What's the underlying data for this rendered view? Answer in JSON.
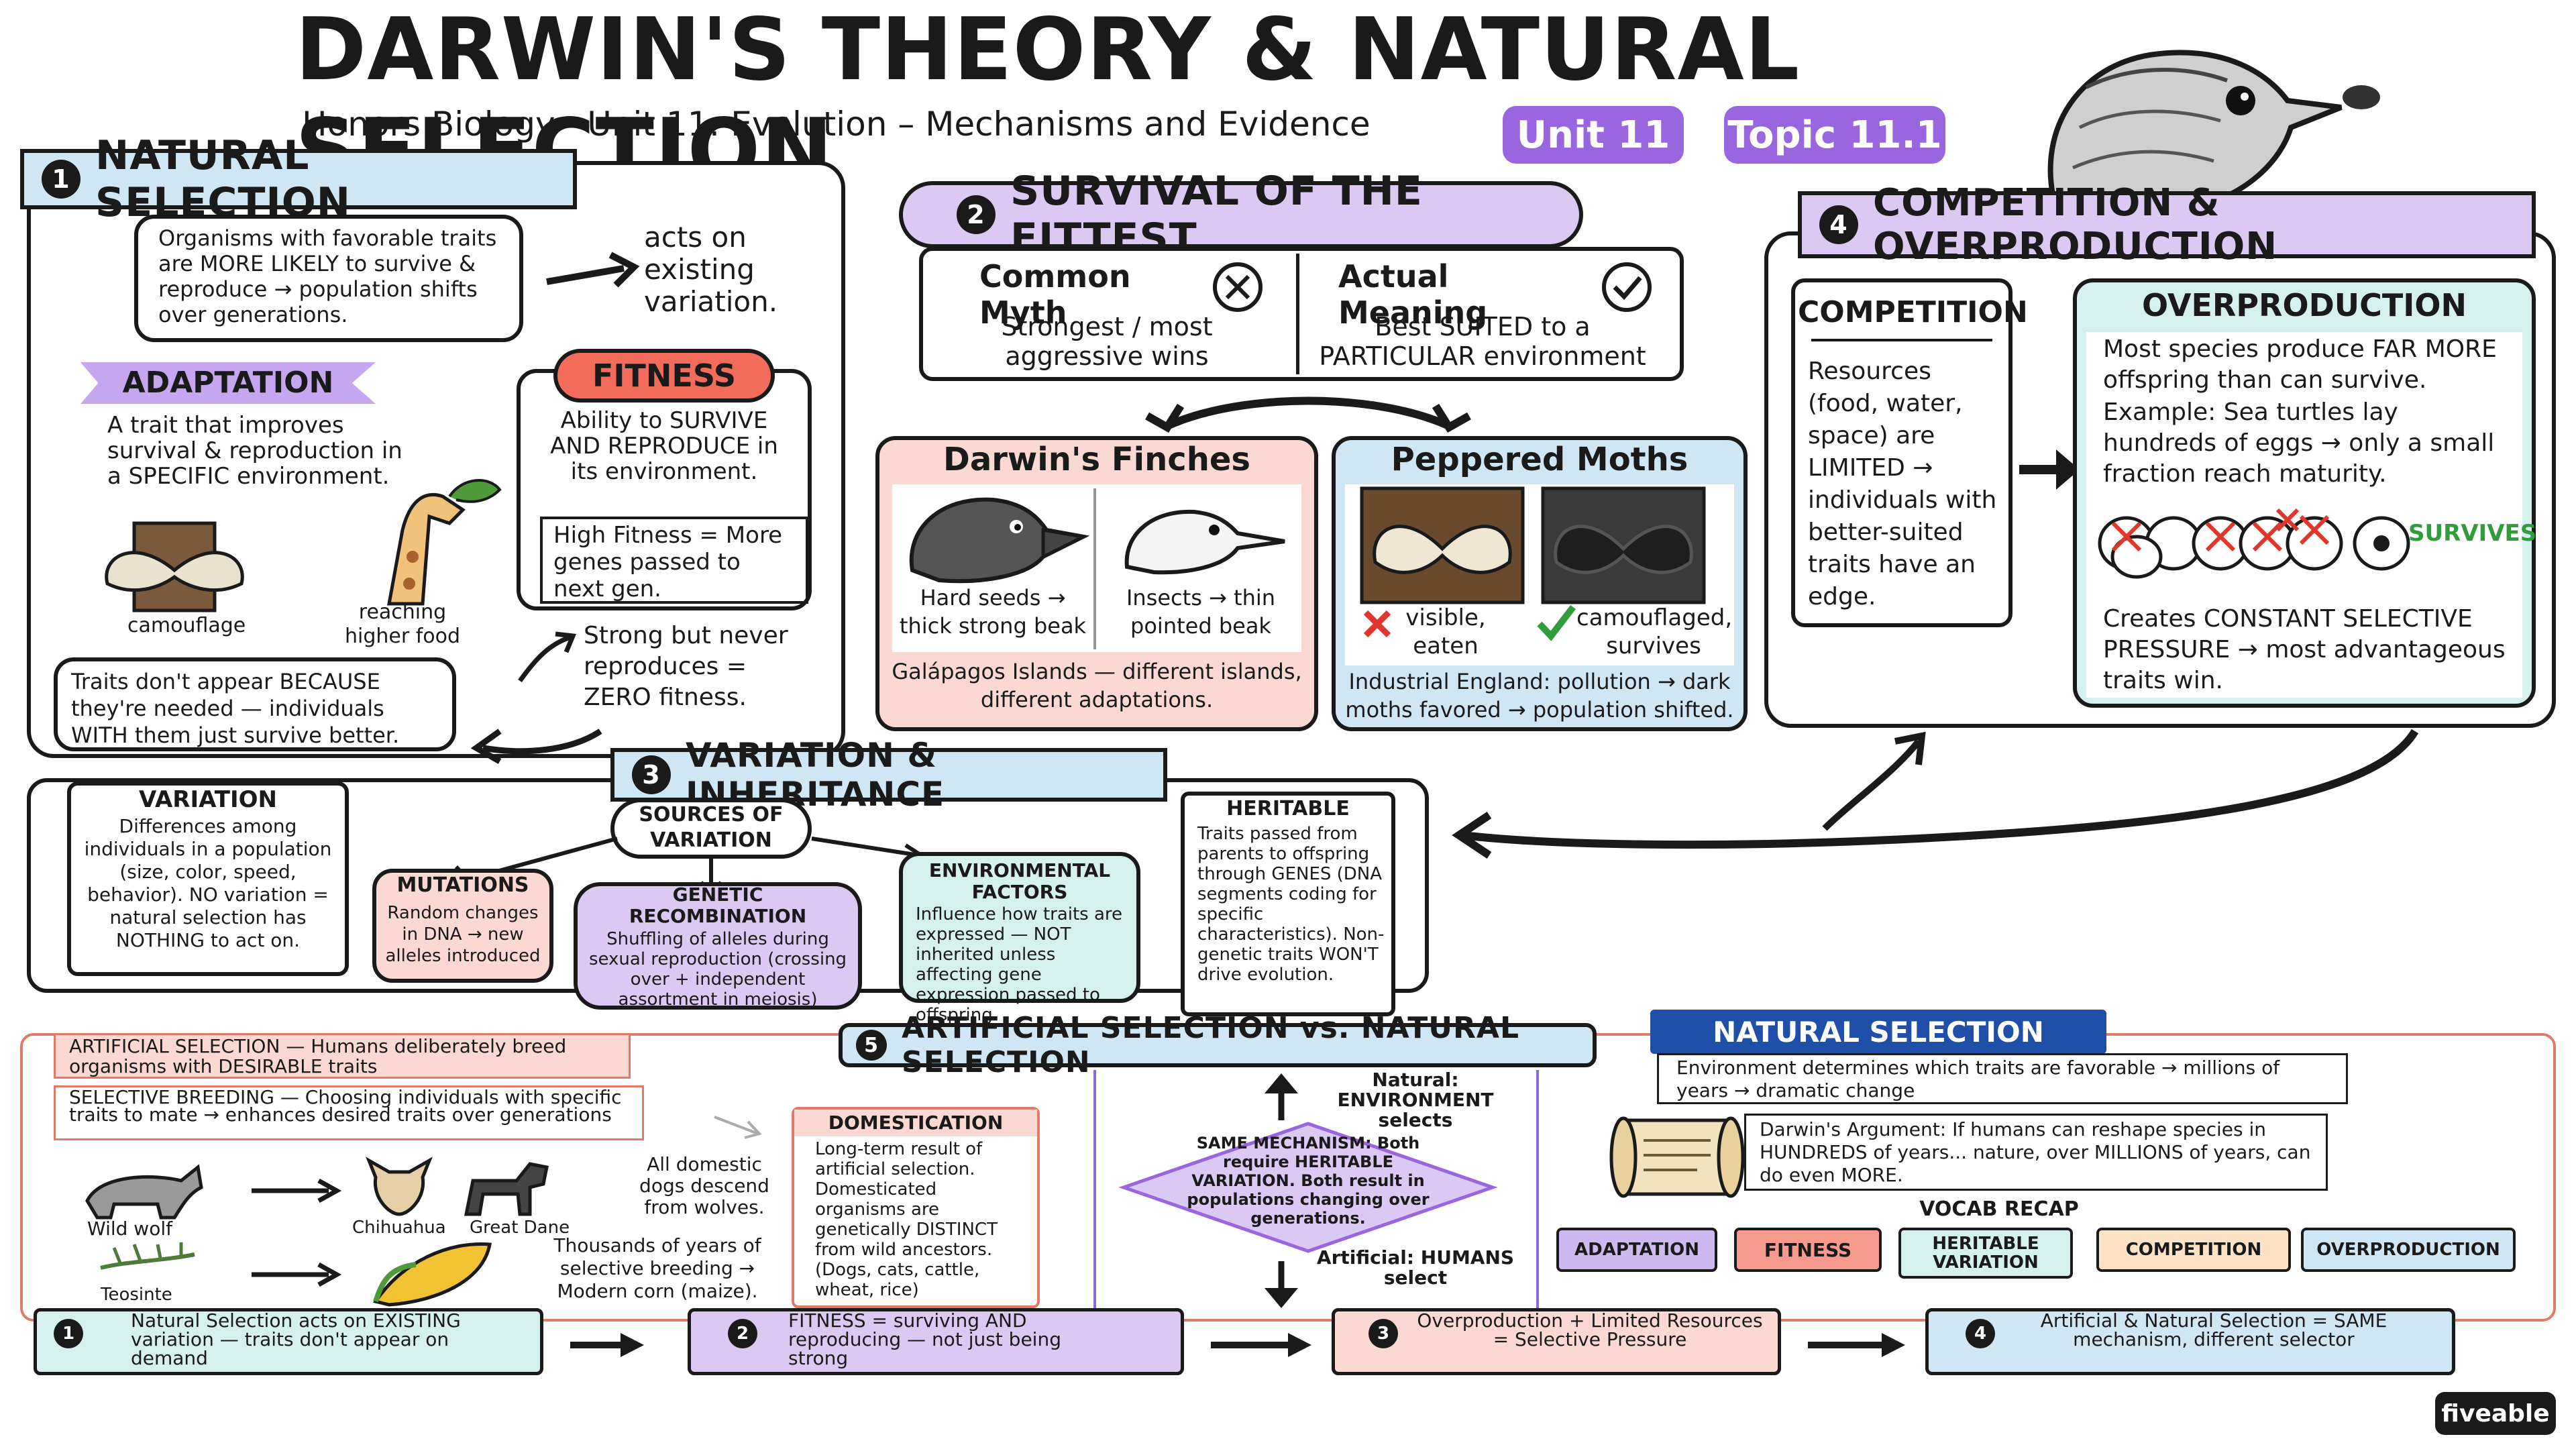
{
  "header": {
    "title": "DARWIN'S THEORY & NATURAL SELECTION",
    "subtitle": "Honors Biology · Unit 11: Evolution – Mechanisms and Evidence",
    "badge_unit": "Unit 11",
    "badge_topic": "Topic 11.1"
  },
  "s1": {
    "num": "1",
    "title": "NATURAL SELECTION",
    "definition": "Organisms with favorable traits are MORE LIKELY to survive & reproduce → population shifts over generations.",
    "acts_on": "acts on existing variation.",
    "adaptation_title": "ADAPTATION",
    "adaptation_text": "A trait that improves survival & reproduction in a SPECIFIC environment.",
    "camouflage_label": "camouflage",
    "reaching_label": "reaching higher food",
    "fitness_title": "FITNESS",
    "fitness_text": "Ability to SURVIVE AND REPRODUCE in its environment.",
    "fitness_box": "High Fitness = More genes passed to next gen.",
    "strong_note": "Strong but never reproduces = ZERO fitness.",
    "traits_note": "Traits don't appear BECAUSE they're needed — individuals WITH them just survive better."
  },
  "s2": {
    "num": "2",
    "title": "SURVIVAL OF THE FITTEST",
    "myth_title": "Common Myth",
    "myth_text": "Strongest / most aggressive wins",
    "actual_title": "Actual Meaning",
    "actual_text": "Best SUITED to a PARTICULAR environment",
    "finches_title": "Darwin's Finches",
    "finch1": "Hard seeds → thick strong beak",
    "finch2": "Insects → thin pointed beak",
    "finches_note": "Galápagos Islands — different islands, different adaptations.",
    "moths_title": "Peppered Moths",
    "moth1": "visible, eaten",
    "moth2": "camouflaged, survives",
    "moths_note": "Industrial England: pollution → dark moths favored → population shifted."
  },
  "s4": {
    "num": "4",
    "title": "COMPETITION & OVERPRODUCTION",
    "comp_title": "COMPETITION",
    "comp_text": "Resources (food, water, space) are LIMITED → individuals with better-suited traits have an edge.",
    "over_title": "OVERPRODUCTION",
    "over_text": "Most species produce FAR MORE offspring than can survive.",
    "over_example": "Example: Sea turtles lay hundreds of eggs → only a small fraction reach maturity.",
    "survives": "SURVIVES",
    "over_result": "Creates CONSTANT SELECTIVE PRESSURE → most advantageous traits win."
  },
  "s3": {
    "num": "3",
    "title": "VARIATION & INHERITANCE",
    "variation_title": "VARIATION",
    "variation_text": "Differences among individuals in a population (size, color, speed, behavior). NO variation = natural selection has NOTHING to act on.",
    "sources_title": "SOURCES OF VARIATION",
    "mutations_title": "MUTATIONS",
    "mutations_text": "Random changes in DNA → new alleles introduced",
    "genetic_title": "GENETIC RECOMBINATION",
    "genetic_text": "Shuffling of alleles during sexual reproduction (crossing over + independent assortment in meiosis)",
    "env_title": "ENVIRONMENTAL FACTORS",
    "env_text": "Influence how traits are expressed — NOT inherited unless affecting gene expression passed to offspring",
    "heritable_title": "HERITABLE",
    "heritable_text": "Traits passed from parents to offspring through GENES (DNA segments coding for specific characteristics). Non-genetic traits WON'T drive evolution."
  },
  "s5": {
    "num": "5",
    "title": "ARTIFICIAL SELECTION vs. NATURAL SELECTION",
    "art_def": "ARTIFICIAL SELECTION — Humans deliberately breed organisms with DESIRABLE traits",
    "breeding_def": "SELECTIVE BREEDING — Choosing individuals with specific traits to mate → enhances desired traits over generations",
    "wolf": "Wild wolf",
    "chihuahua": "Chihuahua",
    "dane": "Great Dane",
    "dogs_note": "All domestic dogs descend from wolves.",
    "teosinte": "Teosinte",
    "corn_note": "Thousands of years of selective breeding → Modern corn (maize).",
    "domestication_title": "DOMESTICATION",
    "domestication_text": "Long-term result of artificial selection. Domesticated organisms are genetically DISTINCT from wild ancestors. (Dogs, cats, cattle, wheat, rice)",
    "natural_selects": "Natural: ENVIRONMENT selects",
    "same_mechanism": "SAME MECHANISM: Both require HERITABLE VARIATION. Both result in populations changing over generations.",
    "artificial_selects": "Artificial: HUMANS select",
    "ns_title": "NATURAL SELECTION",
    "ns_text": "Environment determines which traits are favorable → millions of years → dramatic change",
    "argument": "Darwin's Argument: If humans can reshape species in HUNDREDS of years... nature, over MILLIONS of years, can do even MORE.",
    "vocab_title": "VOCAB RECAP",
    "vocab": [
      "ADAPTATION",
      "FITNESS",
      "HERITABLE VARIATION",
      "COMPETITION",
      "OVERPRODUCTION"
    ]
  },
  "summary": [
    {
      "num": "1",
      "text": "Natural Selection acts on EXISTING variation — traits don't appear on demand"
    },
    {
      "num": "2",
      "text": "FITNESS = surviving AND reproducing — not just being strong"
    },
    {
      "num": "3",
      "text": "Overproduction + Limited Resources = Selective Pressure"
    },
    {
      "num": "4",
      "text": "Artificial & Natural Selection = SAME mechanism, different selector"
    }
  ],
  "brand": "fiveable",
  "colors": {
    "purple": "#cdb8ef",
    "purple_dark": "#8a5ad8",
    "blue_light": "#cfe6f5",
    "teal_light": "#d5f1ee",
    "red": "#f26b5b",
    "red_light": "#fbd9d2",
    "navy": "#1f4fa8",
    "orange_light": "#fde2c6",
    "green": "#2e9d3a",
    "cross": "#e0372c"
  }
}
